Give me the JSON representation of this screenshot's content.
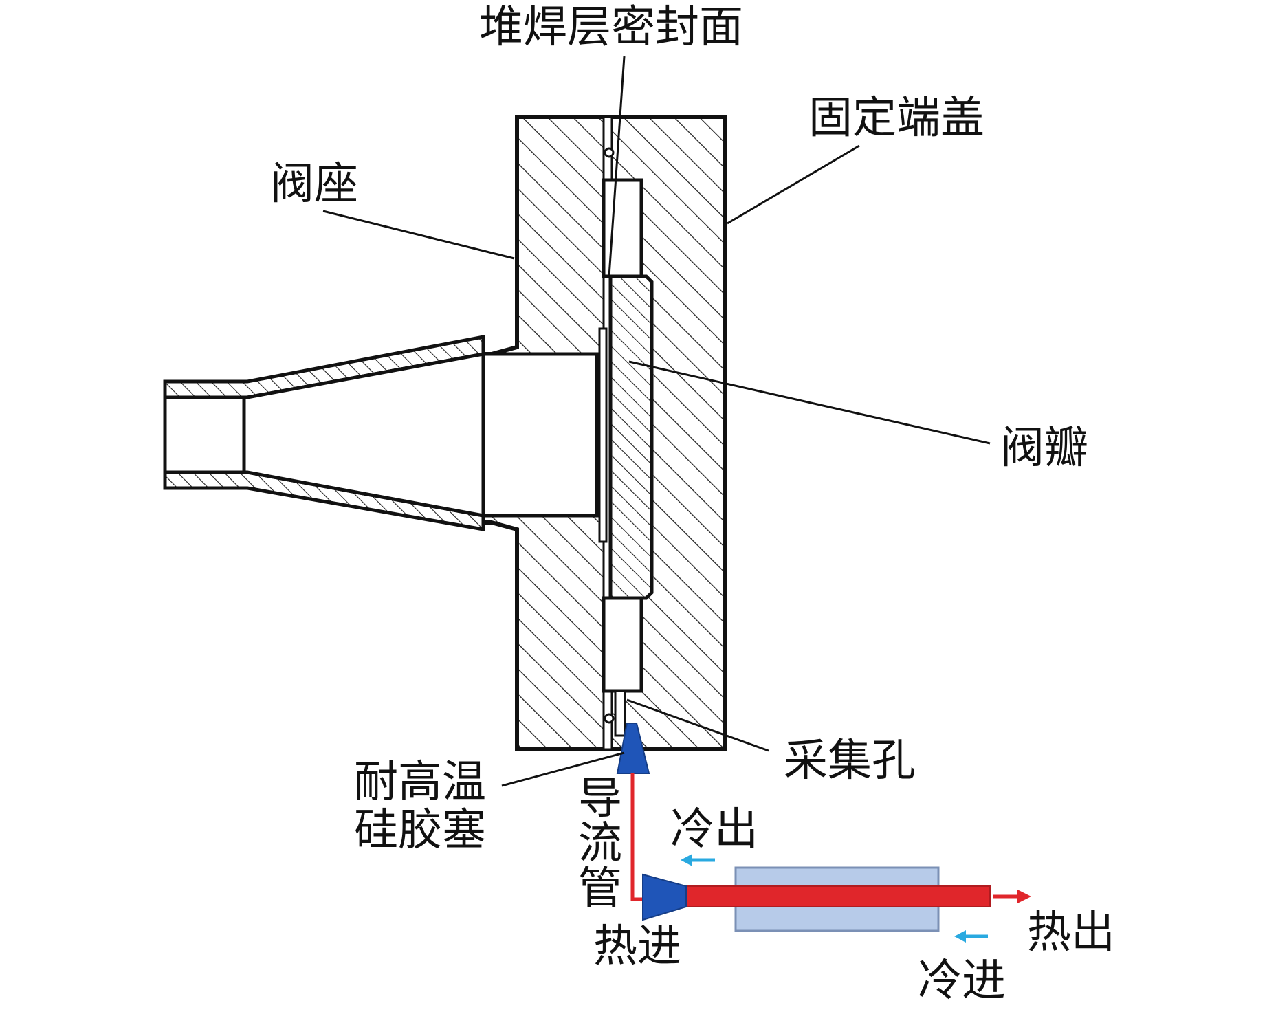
{
  "labels": {
    "weld_seal_face": "堆焊层密封面",
    "fixed_end_cover": "固定端盖",
    "valve_seat": "阀座",
    "valve_disc": "阀瓣",
    "collection_hole": "采集孔",
    "silicone_plug_line1": "耐高温",
    "silicone_plug_line2": "硅胶塞",
    "guide_tube": "导流管",
    "cold_out": "冷出",
    "hot_in": "热进",
    "hot_out": "热出",
    "cold_in": "冷进"
  },
  "colors": {
    "line": "#111111",
    "hatch": "#222222",
    "hot_flow": "#e0262b",
    "cold_flow": "#29a9e0",
    "plug": "#1f55b8",
    "jacket_fill": "#b7cbe9",
    "jacket_stroke": "#7b90b5"
  },
  "icons": {
    "hot_out_arrow": "red-arrow-right-icon",
    "cold_out_arrow": "cyan-arrow-left-icon",
    "cold_in_arrow": "cyan-arrow-left-icon"
  }
}
